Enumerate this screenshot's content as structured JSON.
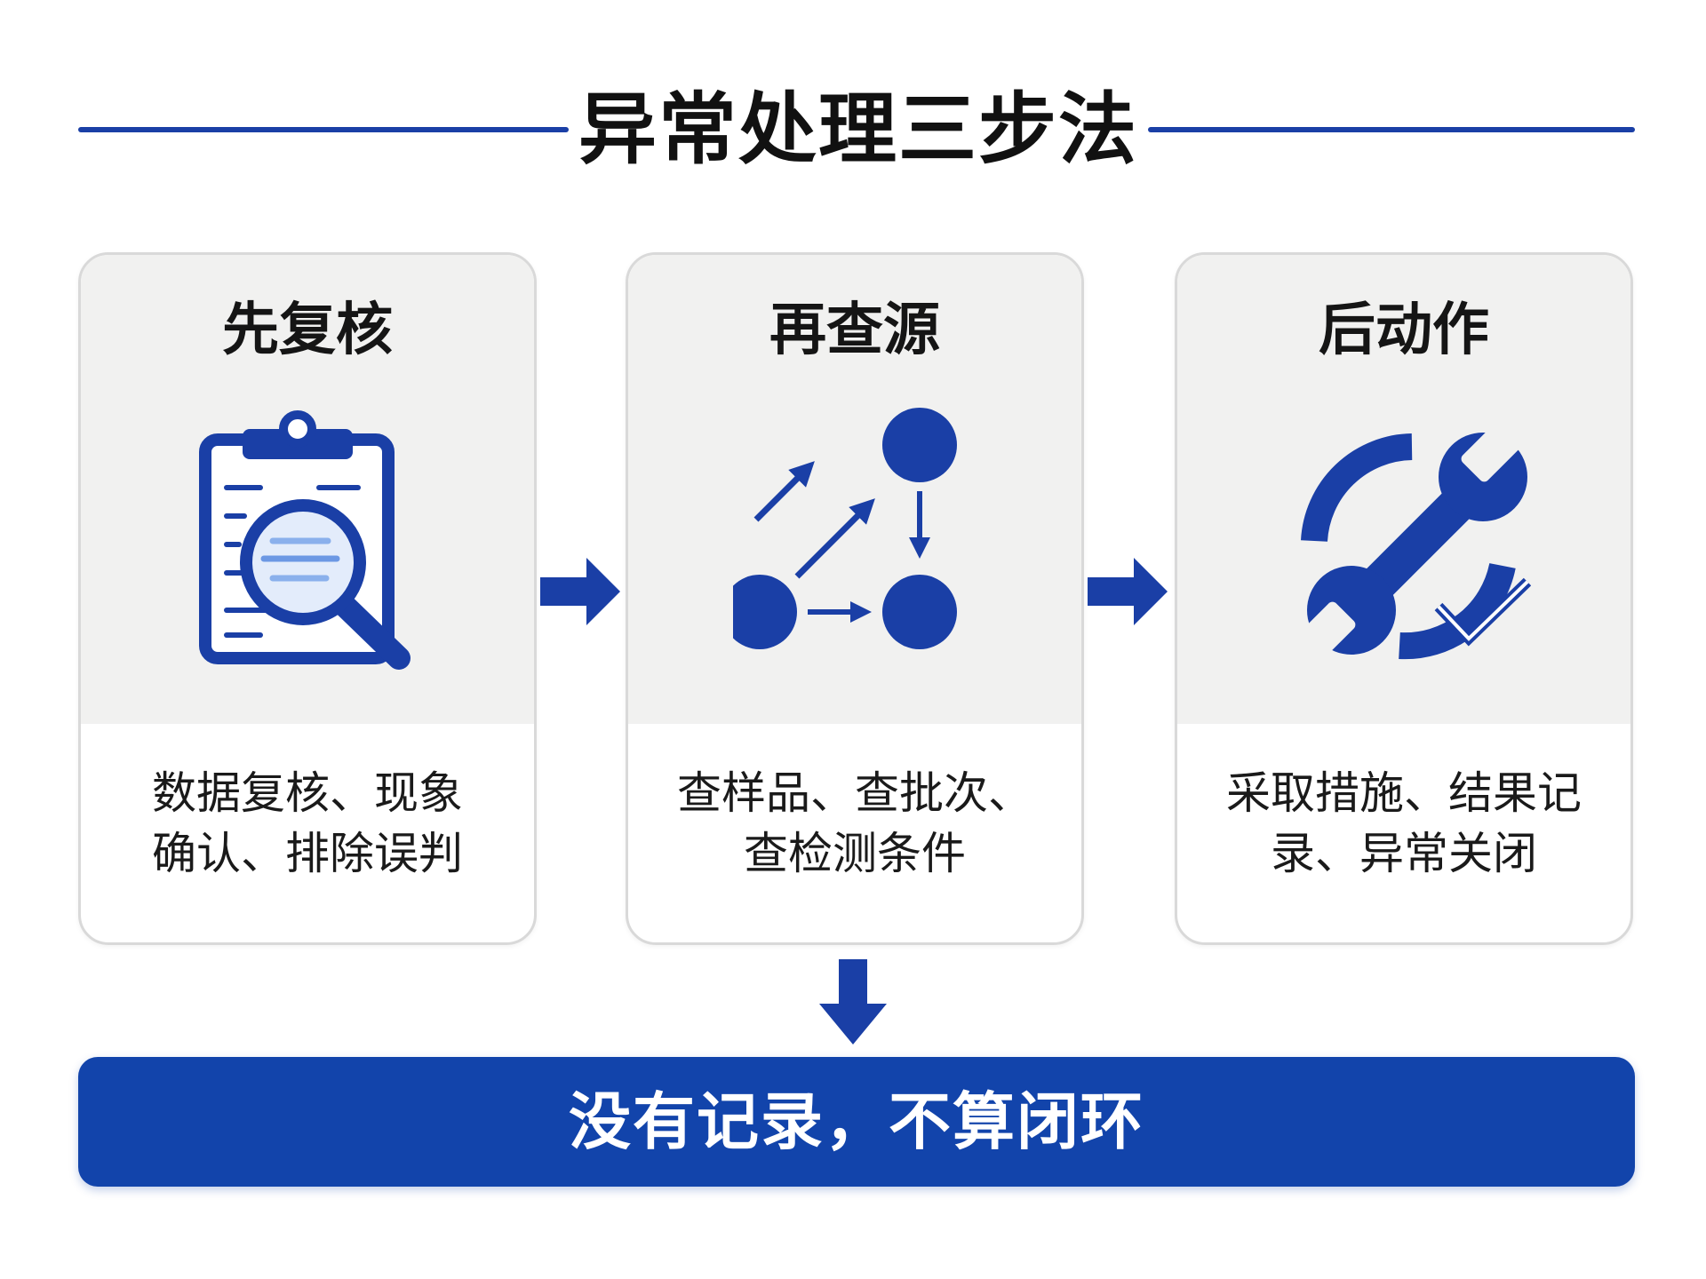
{
  "title": "异常处理三步法",
  "steps": [
    {
      "title": "先复核",
      "desc_line1": "数据复核、现象",
      "desc_line2": "确认、排除误判",
      "icon": "clipboard-magnifier-icon"
    },
    {
      "title": "再查源",
      "desc_line1": "查样品、查批次、",
      "desc_line2": "查检测条件",
      "icon": "trace-network-icon"
    },
    {
      "title": "后动作",
      "desc_line1": "采取措施、结果记",
      "desc_line2": "录、异常关闭",
      "icon": "wrench-cycle-icon"
    }
  ],
  "banner": "没有记录，不算闭环",
  "colors": {
    "primary": "#1a3fa6",
    "banner": "#1244ab",
    "card_top": "#f1f1f0",
    "text": "#151515"
  }
}
